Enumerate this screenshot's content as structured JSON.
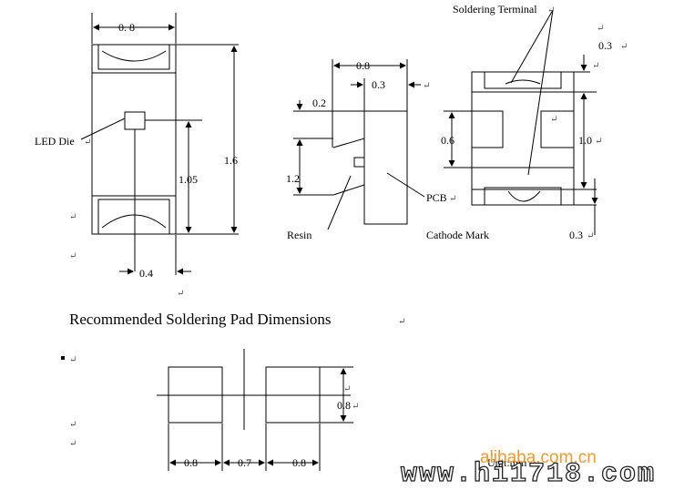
{
  "title": "Recommended Soldering Pad Dimensions",
  "paragraph_mark": "↵",
  "front_view": {
    "width_label": "0. 8",
    "height_label": "1.6",
    "led_die_label": "LED Die",
    "die_height_label": "1.05",
    "die_offset_label": "0.4"
  },
  "side_view": {
    "width_label": "0.8",
    "pcb_thickness_label": "0.3",
    "top_offset_label": "0.2",
    "resin_height_label": "1.2",
    "resin_label": "Resin",
    "pcb_label": "PCB"
  },
  "back_view": {
    "soldering_terminal_label": "Soldering Terminal",
    "top_terminal_label": "0.3",
    "gap_label": "0.6",
    "middle_label": "1.0",
    "bottom_terminal_label": "0.3",
    "cathode_mark_label": "Cathode Mark"
  },
  "pad": {
    "pad_width_left": "0.8",
    "gap": "0.7",
    "pad_width_right": "0.8",
    "pad_height": "0.8",
    "unit_label": "Unit:mm"
  },
  "watermark": {
    "brand": "alibaba.com.cn",
    "site": "www.hi1718.com"
  }
}
